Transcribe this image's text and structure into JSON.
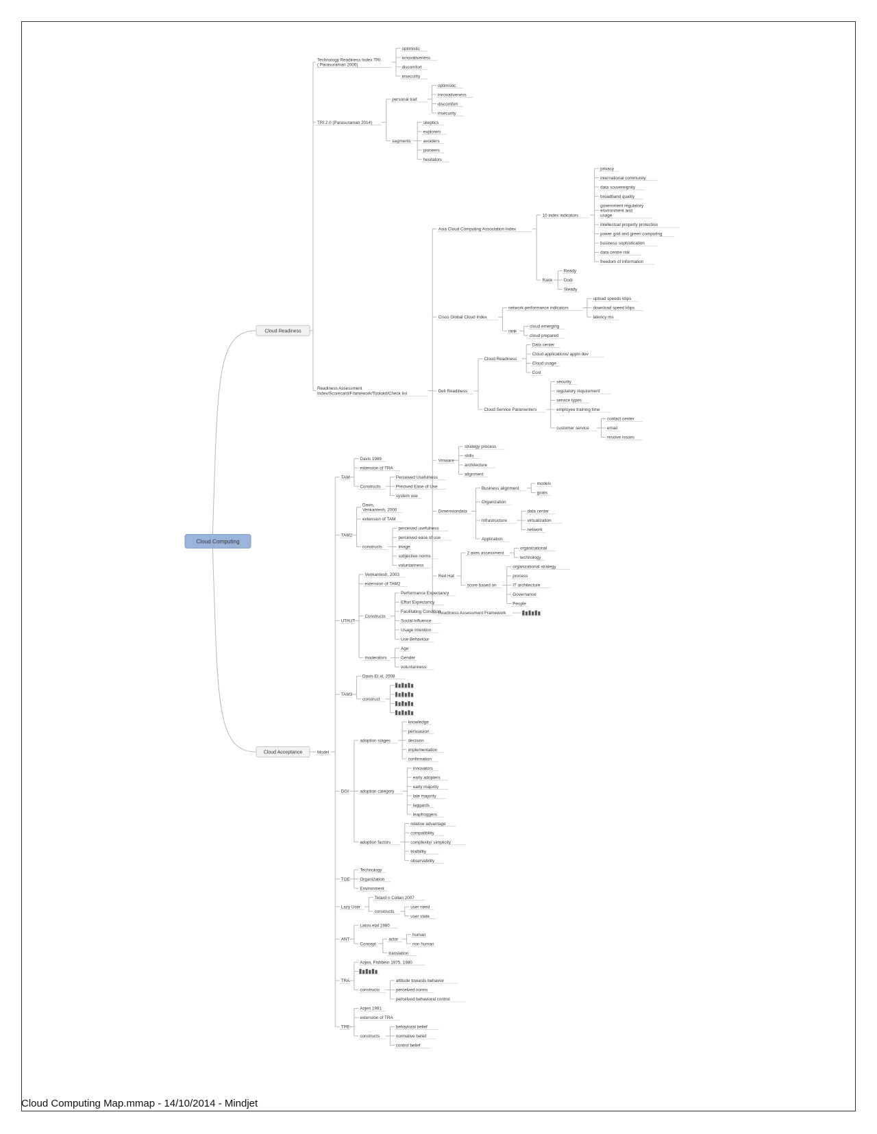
{
  "footer": "Cloud Computing Map.mmap - 14/10/2014 - Mindjet",
  "colors": {
    "root_fill": "#9bb4dc",
    "pill_fill": "#f2f2f2",
    "connector": "#b7b7b7"
  },
  "root": {
    "text": "Cloud Computing",
    "children": [
      {
        "text": "Cloud Readiness",
        "children": [
          {
            "text": "Technology Readiness Index TRI\n( Parasuraman 2000)",
            "children": [
              {
                "text": "optimistic"
              },
              {
                "text": "innovativeness"
              },
              {
                "text": "discomfort"
              },
              {
                "text": "insecurity"
              }
            ]
          },
          {
            "text": "TRI 2.0 (Parasuraman 2014)",
            "children": [
              {
                "text": "personal trait",
                "children": [
                  {
                    "text": "optimistic"
                  },
                  {
                    "text": "innovativeness"
                  },
                  {
                    "text": "discomfort"
                  },
                  {
                    "text": "insecurity"
                  }
                ]
              },
              {
                "text": "segments",
                "children": [
                  {
                    "text": "skeptics"
                  },
                  {
                    "text": "explorers"
                  },
                  {
                    "text": "avoiders"
                  },
                  {
                    "text": "pioneers"
                  },
                  {
                    "text": "hesitators"
                  }
                ]
              }
            ]
          },
          {
            "text": "Readiness Assessment\nIndex/Scorecard/Framework/Toolokit/Check list",
            "children": [
              {
                "text": "Asia Cloud Computing Association Index",
                "children": [
                  {
                    "text": "10 index indicators",
                    "children": [
                      {
                        "text": "privacy"
                      },
                      {
                        "text": "international community"
                      },
                      {
                        "text": "data souvereignity"
                      },
                      {
                        "text": "broadband quality"
                      },
                      {
                        "text": "government regulatory\nenvironment and\nusage"
                      },
                      {
                        "text": "intellectual property protection"
                      },
                      {
                        "text": "power grid and green computing"
                      },
                      {
                        "text": "business sophistication"
                      },
                      {
                        "text": "data centre risk"
                      },
                      {
                        "text": "freedom of information"
                      }
                    ]
                  },
                  {
                    "text": "Rank",
                    "children": [
                      {
                        "text": "Ready"
                      },
                      {
                        "text": "Dodi"
                      },
                      {
                        "text": "Steady"
                      }
                    ]
                  }
                ]
              },
              {
                "text": "Cisco Global Cloud Index",
                "children": [
                  {
                    "text": "network performance indicators",
                    "children": [
                      {
                        "text": "upload speeds kbps"
                      },
                      {
                        "text": "download speed  kbps"
                      },
                      {
                        "text": "latency ms"
                      }
                    ]
                  },
                  {
                    "text": "rank",
                    "children": [
                      {
                        "text": "cloud emerging"
                      },
                      {
                        "text": "cloud prepared"
                      }
                    ]
                  }
                ]
              },
              {
                "text": "Dell Readiness",
                "children": [
                  {
                    "text": "Cloud Readiness",
                    "children": [
                      {
                        "text": "Data center"
                      },
                      {
                        "text": "Cloud applications/ appln dev"
                      },
                      {
                        "text": "Cloud usage"
                      },
                      {
                        "text": "Cost"
                      }
                    ]
                  },
                  {
                    "text": "Cloud Service Paramenters",
                    "children": [
                      {
                        "text": "security"
                      },
                      {
                        "text": "regulatory requirement"
                      },
                      {
                        "text": "service types"
                      },
                      {
                        "text": "employee training time"
                      },
                      {
                        "text": "customer service",
                        "children": [
                          {
                            "text": "contact center"
                          },
                          {
                            "text": "email"
                          },
                          {
                            "text": "resolve issues"
                          }
                        ]
                      }
                    ]
                  }
                ]
              },
              {
                "text": "Vmware",
                "children": [
                  {
                    "text": "strategy process"
                  },
                  {
                    "text": "skills"
                  },
                  {
                    "text": "architecture"
                  },
                  {
                    "text": "alignment"
                  }
                ]
              },
              {
                "text": "Dimensiondata",
                "children": [
                  {
                    "text": "Business alignment",
                    "children": [
                      {
                        "text": "models"
                      },
                      {
                        "text": "goals"
                      }
                    ]
                  },
                  {
                    "text": "Organization"
                  },
                  {
                    "text": "Infrastructure",
                    "children": [
                      {
                        "text": "data center"
                      },
                      {
                        "text": "virtualization"
                      },
                      {
                        "text": "network"
                      }
                    ]
                  },
                  {
                    "text": "Application"
                  }
                ]
              },
              {
                "text": "Red Hat",
                "children": [
                  {
                    "text": "2 axes assessment",
                    "children": [
                      {
                        "text": "organizational"
                      },
                      {
                        "text": "technology"
                      }
                    ]
                  },
                  {
                    "text": "score based on",
                    "children": [
                      {
                        "text": "organizational strategy"
                      },
                      {
                        "text": "process"
                      },
                      {
                        "text": "IT architecture"
                      },
                      {
                        "text": "Governance"
                      },
                      {
                        "text": "People"
                      }
                    ]
                  }
                ]
              },
              {
                "text": "Readiness Assessment Framework",
                "children": [
                  {
                    "text": "",
                    "img": true
                  }
                ]
              }
            ]
          }
        ]
      },
      {
        "text": "Cloud Acceptance",
        "children": [
          {
            "text": "Model",
            "children": [
              {
                "text": "TAM",
                "children": [
                  {
                    "text": "Davis 1989"
                  },
                  {
                    "text": "extension of TRA"
                  },
                  {
                    "text": "Constructs",
                    "children": [
                      {
                        "text": "Perceived Usefulness"
                      },
                      {
                        "text": "Precived Ease of Use"
                      },
                      {
                        "text": "system use"
                      }
                    ]
                  }
                ]
              },
              {
                "text": "TAM2",
                "children": [
                  {
                    "text": "Davis,\nVenkantesh, 2000"
                  },
                  {
                    "text": "extension of TAM"
                  },
                  {
                    "text": "constructs",
                    "children": [
                      {
                        "text": "perceived usefulness"
                      },
                      {
                        "text": "perceived ease of use"
                      },
                      {
                        "text": "image"
                      },
                      {
                        "text": "subjective norms"
                      },
                      {
                        "text": "voluntariness"
                      }
                    ]
                  }
                ]
              },
              {
                "text": "UTAUT",
                "children": [
                  {
                    "text": "Venkantesh, 2003"
                  },
                  {
                    "text": "extension of TAM2"
                  },
                  {
                    "text": "Constructs",
                    "children": [
                      {
                        "text": "Performance Expectancy"
                      },
                      {
                        "text": "Effort Expectancy"
                      },
                      {
                        "text": "Facilitating Condition"
                      },
                      {
                        "text": "Social Influence"
                      },
                      {
                        "text": "Usage Intention"
                      },
                      {
                        "text": "Use Behaviour"
                      }
                    ]
                  },
                  {
                    "text": "moderators",
                    "children": [
                      {
                        "text": "Age"
                      },
                      {
                        "text": "Gender"
                      },
                      {
                        "text": "voluntariness"
                      }
                    ]
                  }
                ]
              },
              {
                "text": "TAM3",
                "children": [
                  {
                    "text": "Davis Et al, 2008"
                  },
                  {
                    "text": "construct",
                    "children": [
                      {
                        "text": "",
                        "img": true
                      },
                      {
                        "text": "",
                        "img": true
                      },
                      {
                        "text": "",
                        "img": true
                      },
                      {
                        "text": "",
                        "img": true
                      }
                    ]
                  }
                ]
              },
              {
                "text": "DOI",
                "children": [
                  {
                    "text": "adoption stages",
                    "children": [
                      {
                        "text": "knowledge"
                      },
                      {
                        "text": "persuasion"
                      },
                      {
                        "text": "decision"
                      },
                      {
                        "text": "implementation"
                      },
                      {
                        "text": "confirmation"
                      }
                    ]
                  },
                  {
                    "text": "adoption category",
                    "children": [
                      {
                        "text": "innovators"
                      },
                      {
                        "text": "early adopters"
                      },
                      {
                        "text": "early majority"
                      },
                      {
                        "text": "late majority"
                      },
                      {
                        "text": "laggards"
                      },
                      {
                        "text": "leapfroggers"
                      }
                    ]
                  },
                  {
                    "text": "adoption factors",
                    "children": [
                      {
                        "text": "relative advantage"
                      },
                      {
                        "text": "compatibility"
                      },
                      {
                        "text": "complexity/ simplicity"
                      },
                      {
                        "text": "trialbility"
                      },
                      {
                        "text": "observability"
                      }
                    ]
                  }
                ]
              },
              {
                "text": "TOE",
                "children": [
                  {
                    "text": "Technology"
                  },
                  {
                    "text": "Organization"
                  },
                  {
                    "text": "Environment"
                  }
                ]
              },
              {
                "text": "Lazy User",
                "children": [
                  {
                    "text": "Tetard n Collan 2007"
                  },
                  {
                    "text": "constructs",
                    "children": [
                      {
                        "text": "user need"
                      },
                      {
                        "text": "user state"
                      }
                    ]
                  }
                ]
              },
              {
                "text": "ANT",
                "children": [
                  {
                    "text": "Latou etal 1980"
                  },
                  {
                    "text": "Concept",
                    "children": [
                      {
                        "text": "actor",
                        "children": [
                          {
                            "text": "human"
                          },
                          {
                            "text": "non human"
                          }
                        ]
                      },
                      {
                        "text": "translation"
                      }
                    ]
                  }
                ]
              },
              {
                "text": "TRA",
                "children": [
                  {
                    "text": "Azjen, Fishbein 1975, 1980"
                  },
                  {
                    "text": "",
                    "img": true
                  },
                  {
                    "text": "constructs",
                    "children": [
                      {
                        "text": "attitude towards behavior"
                      },
                      {
                        "text": "perceived norms"
                      },
                      {
                        "text": "perceived behavioral control"
                      }
                    ]
                  }
                ]
              },
              {
                "text": "TPB",
                "children": [
                  {
                    "text": "Azjen 1991"
                  },
                  {
                    "text": "extension of TRA"
                  },
                  {
                    "text": "constructs",
                    "children": [
                      {
                        "text": "behavioral belief"
                      },
                      {
                        "text": "normative belief"
                      },
                      {
                        "text": "control belief"
                      }
                    ]
                  }
                ]
              }
            ]
          }
        ]
      }
    ]
  }
}
